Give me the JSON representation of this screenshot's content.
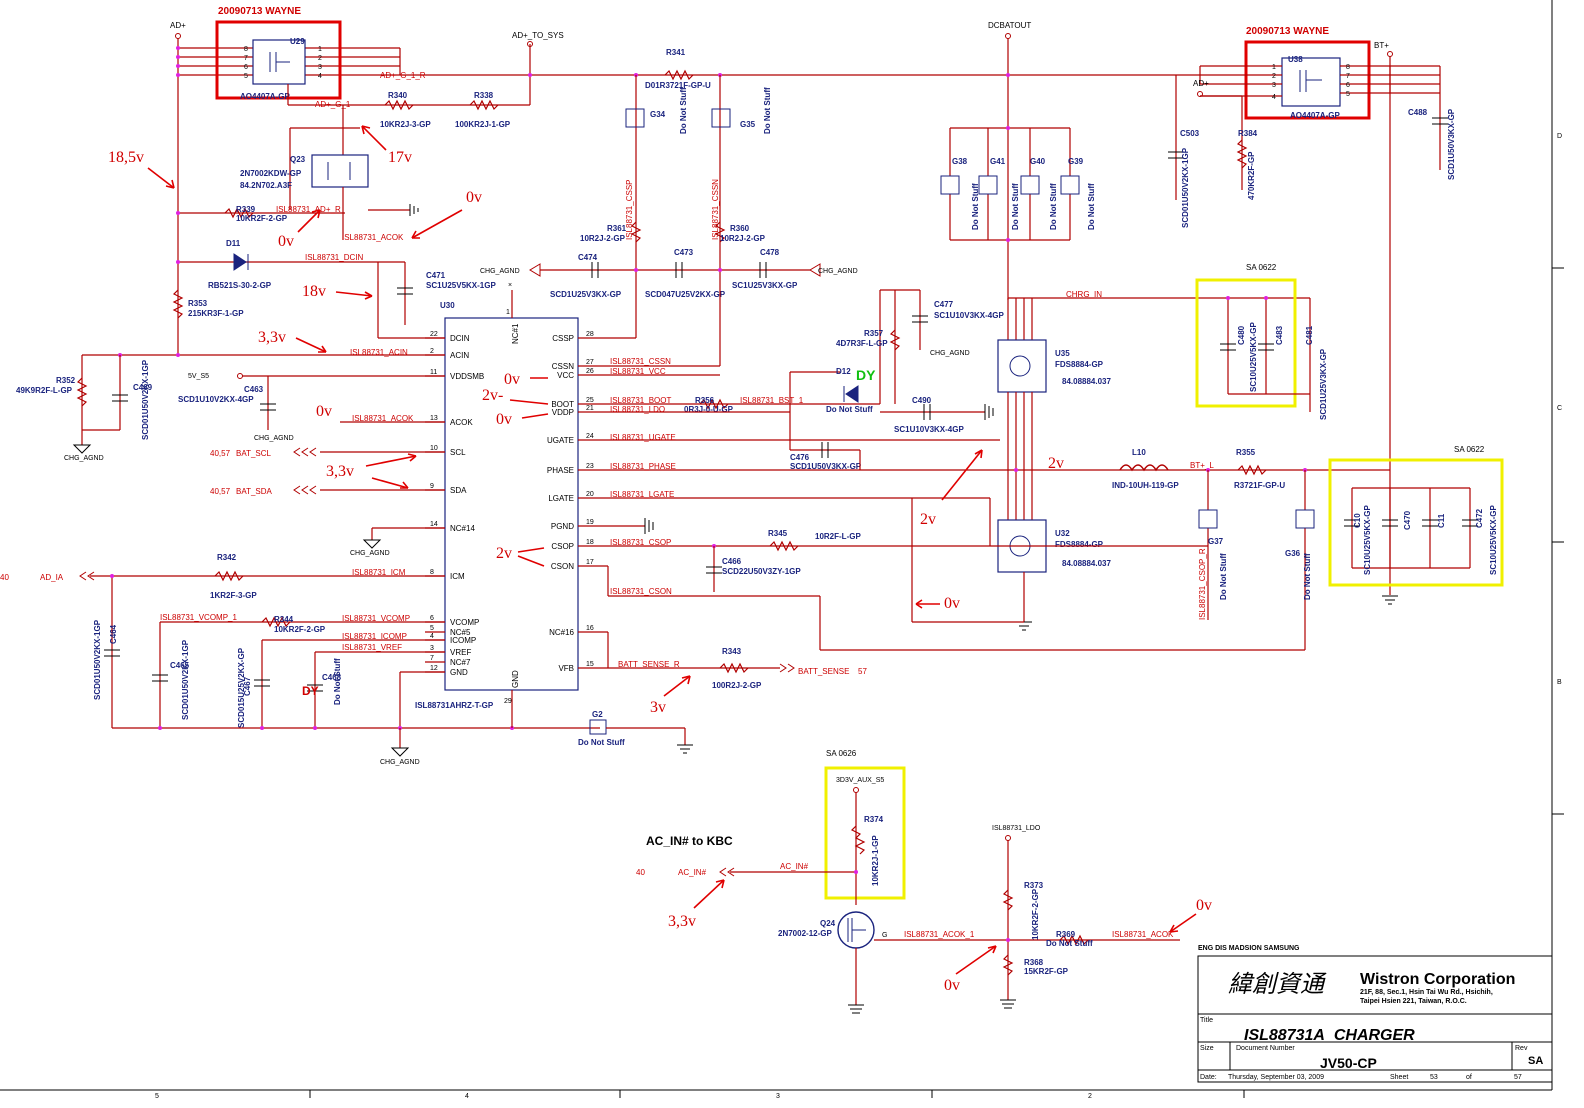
{
  "stamps": {
    "left": "20090713 WAYNE",
    "right": "20090713 WAYNE"
  },
  "sa_tags": {
    "a": "SA 0622",
    "b": "SA 0622",
    "c": "SA 0626"
  },
  "ic": {
    "name": "U30",
    "part": "ISL88731AHRZ-T-GP",
    "left_pins": [
      {
        "num": "22",
        "name": "DCIN"
      },
      {
        "num": "2",
        "name": "ACIN"
      },
      {
        "num": "11",
        "name": "VDDSMB"
      },
      {
        "num": "13",
        "name": "ACOK"
      },
      {
        "num": "10",
        "name": "SCL"
      },
      {
        "num": "9",
        "name": "SDA"
      },
      {
        "num": "14",
        "name": "NC#14"
      },
      {
        "num": "8",
        "name": "ICM"
      },
      {
        "num": "6",
        "name": "VCOMP"
      },
      {
        "num": "5",
        "name": "NC#5"
      },
      {
        "num": "4",
        "name": "ICOMP"
      },
      {
        "num": "3",
        "name": "VREF"
      },
      {
        "num": "7",
        "name": "NC#7"
      },
      {
        "num": "12",
        "name": "GND"
      }
    ],
    "right_pins": [
      {
        "num": "28",
        "name": "CSSP"
      },
      {
        "num": "27",
        "name": "CSSN"
      },
      {
        "num": "26",
        "name": "VCC"
      },
      {
        "num": "25",
        "name": "BOOT"
      },
      {
        "num": "21",
        "name": "VDDP"
      },
      {
        "num": "24",
        "name": "UGATE"
      },
      {
        "num": "23",
        "name": "PHASE"
      },
      {
        "num": "20",
        "name": "LGATE"
      },
      {
        "num": "19",
        "name": "PGND"
      },
      {
        "num": "18",
        "name": "CSOP"
      },
      {
        "num": "17",
        "name": "CSON"
      },
      {
        "num": "16",
        "name": "NC#16"
      },
      {
        "num": "15",
        "name": "VFB"
      }
    ],
    "top_pin": {
      "num": "1",
      "name": "NC#1"
    },
    "bottom_pins": [
      {
        "num": "",
        "name": "GND"
      },
      {
        "num": "29",
        "name": ""
      }
    ]
  },
  "nets": {
    "ad_plus": "AD+",
    "ad_to_sys": "AD+_TO_SYS",
    "ad_g1r": "AD+_G_1_R",
    "ad_g1": "AD+_G_1",
    "dcbatout": "DCBATOUT",
    "bt_plus": "BT+",
    "ad_plus2": "AD+",
    "acok1": "ISL88731_AD+_R",
    "acok2": "ISL88731_ACOK",
    "dcin": "ISL88731_DCIN",
    "acin": "ISL88731_ACIN",
    "acok3": "ISL88731_ACOK",
    "scl": "BAT_SCL",
    "scl_ref": "40,57",
    "sda": "BAT_SDA",
    "sda_ref": "40,57",
    "ad_ia": "AD_IA",
    "ad_ia_ref": "40",
    "icm": "ISL88731_ICM",
    "vcomp": "ISL88731_VCOMP",
    "vcomp1": "ISL88731_VCOMP_1",
    "icomp": "ISL88731_ICOMP",
    "vref": "ISL88731_VREF",
    "cssn": "ISL88731_CSSN",
    "vcc": "ISL88731_VCC",
    "boot": "ISL88731_BOOT",
    "bst1": "ISL88731_BST_1",
    "ldo": "ISL88731_LDO",
    "ugate": "ISL88731_UGATE",
    "phase": "ISL88731_PHASE",
    "lgate": "ISL88731_LGATE",
    "csop": "ISL88731_CSOP",
    "cson": "ISL88731_CSON",
    "batt_sense": "BATT_SENSE_R",
    "batt_sense_out": "BATT_SENSE",
    "batt_sense_ref": "57",
    "cssp": "ISL88731_CSSP",
    "cssn_v": "ISL88731_CSSN",
    "csop_r": "ISL88731_CSOP_R",
    "chrg_in": "CHRG_IN",
    "bt_l": "BT+_L",
    "chg_agnd": "CHG_AGND",
    "5v_s5": "5V_S5",
    "aux": "3D3V_AUX_S5",
    "ac_in": "AC_IN#",
    "ac_in_ref": "40",
    "ldo2": "ISL88731_LDO",
    "acok_1": "ISL88731_ACOK_1",
    "acok_out": "ISL88731_ACOK"
  },
  "comps": {
    "u29": "U29",
    "u29p": "AO4407A-GP",
    "u38": "U38",
    "u38p": "AO4407A-GP",
    "r340": "R340",
    "r340v": "10KR2J-3-GP",
    "r338": "R338",
    "r338v": "100KR2J-1-GP",
    "r341": "R341",
    "r341v": "D01R3721F-GP-U",
    "g34": "G34",
    "g35": "G35",
    "dns": "Do Not Stuff",
    "q23": "Q23",
    "q23p": "2N7002KDW-GP",
    "q23b": "84.2N702.A3F",
    "r339": "R339",
    "r339v": "10KR2F-2-GP",
    "d11": "D11",
    "d11p": "RB521S-30-2-GP",
    "r353": "R353",
    "r353v": "215KR3F-1-GP",
    "c471": "C471",
    "c471v": "SC1U25V5KX-1GP",
    "r352": "R352",
    "r352v": "49K9R2F-L-GP",
    "c469": "C469",
    "c469v": "SCD01U50V2KX-1GP",
    "c463": "C463",
    "c463v": "SCD1U10V2KX-4GP",
    "r342": "R342",
    "r342v": "1KR2F-3-GP",
    "c464": "C464",
    "c464v": "SCD01U50V2KX-1GP",
    "c465": "C465",
    "c465v": "SCD01U50V2KX-1GP",
    "r344": "R344",
    "r344v": "10KR2F-2-GP",
    "c467": "C467",
    "c467v": "SCD015U25V2KX-GP",
    "c468": "C468",
    "dy": "DY",
    "r361": "R361",
    "r361v": "10R2J-2-GP",
    "r360": "R360",
    "r360v": "10R2J-2-GP",
    "c474": "C474",
    "c474v": "SCD1U25V3KX-GP",
    "c473": "C473",
    "c473v": "SCD047U25V2KX-GP",
    "c478": "C478",
    "c478v": "SC1U25V3KX-GP",
    "c477": "C477",
    "c477v": "SC1U10V3KX-4GP",
    "r357": "R357",
    "r357v": "4D7R3F-L-GP",
    "d12": "D12",
    "d12dy": "DY",
    "r356": "R356",
    "r356v": "0R3J-0-U-GP",
    "c490": "C490",
    "c490v": "SC1U10V3KX-4GP",
    "c476": "C476",
    "c476v": "SCD1U50V3KX-GP",
    "u35": "U35",
    "u35p": "FDS8884-GP",
    "u35b": "84.08884.037",
    "u32": "U32",
    "u32p": "FDS8884-GP",
    "u32b": "84.08884.037",
    "l10": "L10",
    "l10v": "IND-10UH-119-GP",
    "r355": "R355",
    "r355v": "R3721F-GP-U",
    "r345": "R345",
    "r345v": "10R2F-L-GP",
    "c466": "C466",
    "c466v": "SCD22U50V3ZY-1GP",
    "r343": "R343",
    "r343v": "100R2J-2-GP",
    "g2": "G2",
    "g36": "G36",
    "g37": "G37",
    "g38": "G38",
    "g41": "G41",
    "g40": "G40",
    "g39": "G39",
    "c503": "C503",
    "c503v": "SCD01U50V2KX-1GP",
    "r384": "R384",
    "r384v": "470KR2F-GP",
    "c488": "C488",
    "c488v": "SCD1U50V3KX-GP",
    "c480": "C480",
    "c480v": "SC10U25V5KX-GP",
    "c483": "C483",
    "c481": "C481",
    "c481v": "SCD1U25V3KX-GP",
    "c10": "C10",
    "c470": "C470",
    "c11": "C11",
    "c472": "C472",
    "c10v": "SC10U25V5KX-GP",
    "r374": "R374",
    "r374v": "10KR2J-1-GP",
    "q24": "Q24",
    "q24p": "2N7002-12-GP",
    "r373": "R373",
    "r373v": "10KR2F-2-GP",
    "r369": "R369",
    "r368": "R368",
    "r368v": "15KR2F-GP"
  },
  "voltages": {
    "v185": "18,5v",
    "v17": "17v",
    "v0a": "0v",
    "v0b": "0v",
    "v18": "18v",
    "v33a": "3,3v",
    "v0c": "0v",
    "v33b": "3,3v",
    "v0d": "0v",
    "v2a": "2v-",
    "v0e": "0v",
    "v2b": "2v",
    "v2c": "2v",
    "v2d": "2v",
    "v0f": "0v",
    "v3": "3v",
    "v33c": "3,3v",
    "v0g": "0v",
    "v0h": "0v"
  },
  "annotation": "AC_IN# to KBC",
  "title_block": {
    "header": "ENG DIS MADSION SAMSUNG",
    "chinese": "緯創資通",
    "company": "Wistron Corporation",
    "addr1": "21F, 88, Sec.1, Hsin Tai Wu Rd., Hsichih,",
    "addr2": "Taipei Hsien 221, Taiwan, R.O.C.",
    "title_label": "Title",
    "title": "ISL88731A_CHARGER",
    "size_label": "Size",
    "docnum_label": "Document Number",
    "docnum": "JV50-CP",
    "rev_label": "Rev",
    "rev": "SA",
    "date_label": "Date:",
    "date": "Thursday, September 03, 2009",
    "sheet_label": "Sheet",
    "sheet": "53",
    "of_label": "of",
    "total": "57"
  },
  "border": {
    "cols": [
      "5",
      "4",
      "3",
      "2"
    ],
    "rows": [
      "D",
      "C",
      "B"
    ]
  }
}
